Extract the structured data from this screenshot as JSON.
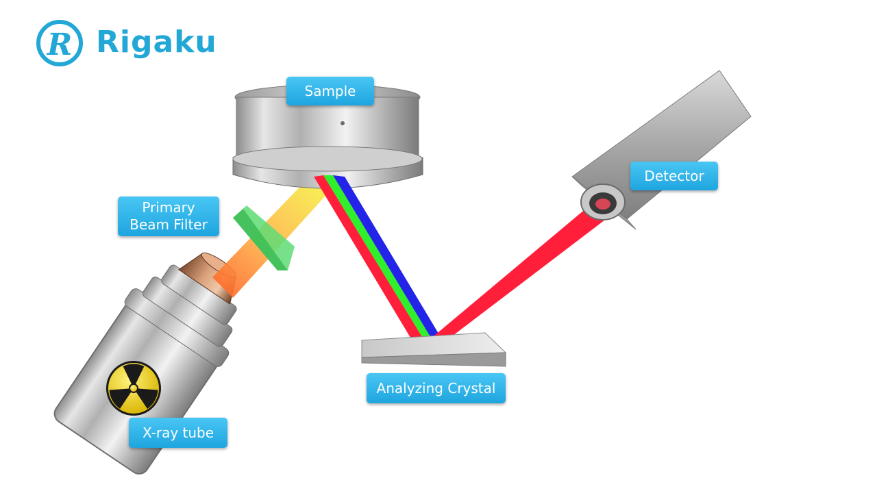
{
  "brand": {
    "name": "Rigaku",
    "logo_glyph": "R",
    "color": "#22a7d6"
  },
  "labels": {
    "sample": "Sample",
    "detector": "Detector",
    "filter_line1": "Primary",
    "filter_line2": "Beam Filter",
    "crystal": "Analyzing Crystal",
    "tube": "X-ray tube"
  },
  "icons": {
    "tube_symbol": "radiation-trefoil-icon"
  },
  "colors": {
    "label_bg": "#2ab0e6",
    "beam_red": "#ff1f3a",
    "beam_green": "#2ff02a",
    "beam_blue": "#2424e8",
    "filter": "#63e27a"
  }
}
